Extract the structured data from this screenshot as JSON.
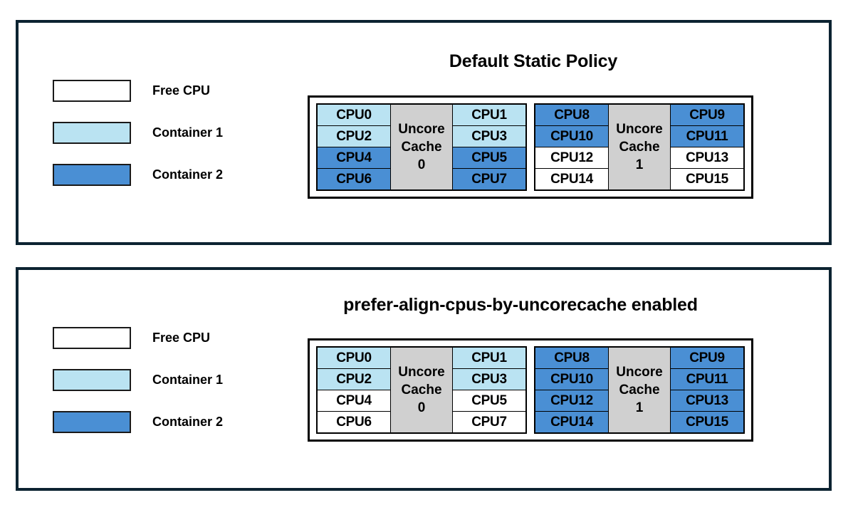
{
  "colors": {
    "free": "#ffffff",
    "container1": "#bae3f2",
    "container2": "#4a8fd4",
    "cache": "#d0d0d0",
    "panel_border": "#0c2331",
    "box_border": "#000000"
  },
  "panels": [
    {
      "id": "top",
      "title": "Default Static Policy",
      "legend": [
        {
          "label": "Free CPU",
          "fill": "free"
        },
        {
          "label": "Container 1",
          "fill": "container1"
        },
        {
          "label": "Container 2",
          "fill": "container2"
        }
      ],
      "cache_groups": [
        {
          "cache_label_line1": "Uncore",
          "cache_label_line2": "Cache",
          "cache_label_line3": "0",
          "left_cpus": [
            {
              "label": "CPU0",
              "fill": "container1"
            },
            {
              "label": "CPU2",
              "fill": "container1"
            },
            {
              "label": "CPU4",
              "fill": "container2"
            },
            {
              "label": "CPU6",
              "fill": "container2"
            }
          ],
          "right_cpus": [
            {
              "label": "CPU1",
              "fill": "container1"
            },
            {
              "label": "CPU3",
              "fill": "container1"
            },
            {
              "label": "CPU5",
              "fill": "container2"
            },
            {
              "label": "CPU7",
              "fill": "container2"
            }
          ]
        },
        {
          "cache_label_line1": "Uncore",
          "cache_label_line2": "Cache",
          "cache_label_line3": "1",
          "left_cpus": [
            {
              "label": "CPU8",
              "fill": "container2"
            },
            {
              "label": "CPU10",
              "fill": "container2"
            },
            {
              "label": "CPU12",
              "fill": "free"
            },
            {
              "label": "CPU14",
              "fill": "free"
            }
          ],
          "right_cpus": [
            {
              "label": "CPU9",
              "fill": "container2"
            },
            {
              "label": "CPU11",
              "fill": "container2"
            },
            {
              "label": "CPU13",
              "fill": "free"
            },
            {
              "label": "CPU15",
              "fill": "free"
            }
          ]
        }
      ]
    },
    {
      "id": "bottom",
      "title": "prefer-align-cpus-by-uncorecache enabled",
      "legend": [
        {
          "label": "Free CPU",
          "fill": "free"
        },
        {
          "label": "Container 1",
          "fill": "container1"
        },
        {
          "label": "Container 2",
          "fill": "container2"
        }
      ],
      "cache_groups": [
        {
          "cache_label_line1": "Uncore",
          "cache_label_line2": "Cache",
          "cache_label_line3": "0",
          "left_cpus": [
            {
              "label": "CPU0",
              "fill": "container1"
            },
            {
              "label": "CPU2",
              "fill": "container1"
            },
            {
              "label": "CPU4",
              "fill": "free"
            },
            {
              "label": "CPU6",
              "fill": "free"
            }
          ],
          "right_cpus": [
            {
              "label": "CPU1",
              "fill": "container1"
            },
            {
              "label": "CPU3",
              "fill": "container1"
            },
            {
              "label": "CPU5",
              "fill": "free"
            },
            {
              "label": "CPU7",
              "fill": "free"
            }
          ]
        },
        {
          "cache_label_line1": "Uncore",
          "cache_label_line2": "Cache",
          "cache_label_line3": "1",
          "left_cpus": [
            {
              "label": "CPU8",
              "fill": "container2"
            },
            {
              "label": "CPU10",
              "fill": "container2"
            },
            {
              "label": "CPU12",
              "fill": "container2"
            },
            {
              "label": "CPU14",
              "fill": "container2"
            }
          ],
          "right_cpus": [
            {
              "label": "CPU9",
              "fill": "container2"
            },
            {
              "label": "CPU11",
              "fill": "container2"
            },
            {
              "label": "CPU13",
              "fill": "container2"
            },
            {
              "label": "CPU15",
              "fill": "container2"
            }
          ]
        }
      ]
    }
  ]
}
